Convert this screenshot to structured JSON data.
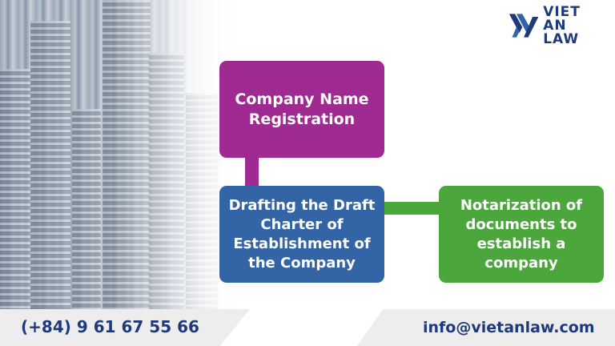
{
  "brand": {
    "line1": "VIET AN",
    "line2": "LAW",
    "color": "#1f3a7a"
  },
  "diagram": {
    "nodes": [
      {
        "id": "name",
        "lines": [
          "Company Name",
          "Registration"
        ],
        "color": "#9f2a92"
      },
      {
        "id": "charter",
        "lines": [
          "Drafting the Draft",
          "Charter of",
          "Establishment of",
          "the Company"
        ],
        "color": "#3264a6"
      },
      {
        "id": "notary",
        "lines": [
          "Notarization of",
          "documents to",
          "establish a",
          "company"
        ],
        "color": "#4ba63c"
      }
    ],
    "edges": [
      {
        "from": "name",
        "to": "charter"
      },
      {
        "from": "charter",
        "to": "notary"
      }
    ]
  },
  "footer": {
    "phone": "(+84) 9 61 67 55 66",
    "email": "info@vietanlaw.com"
  },
  "background": {
    "icon": "city-skyline-image"
  }
}
